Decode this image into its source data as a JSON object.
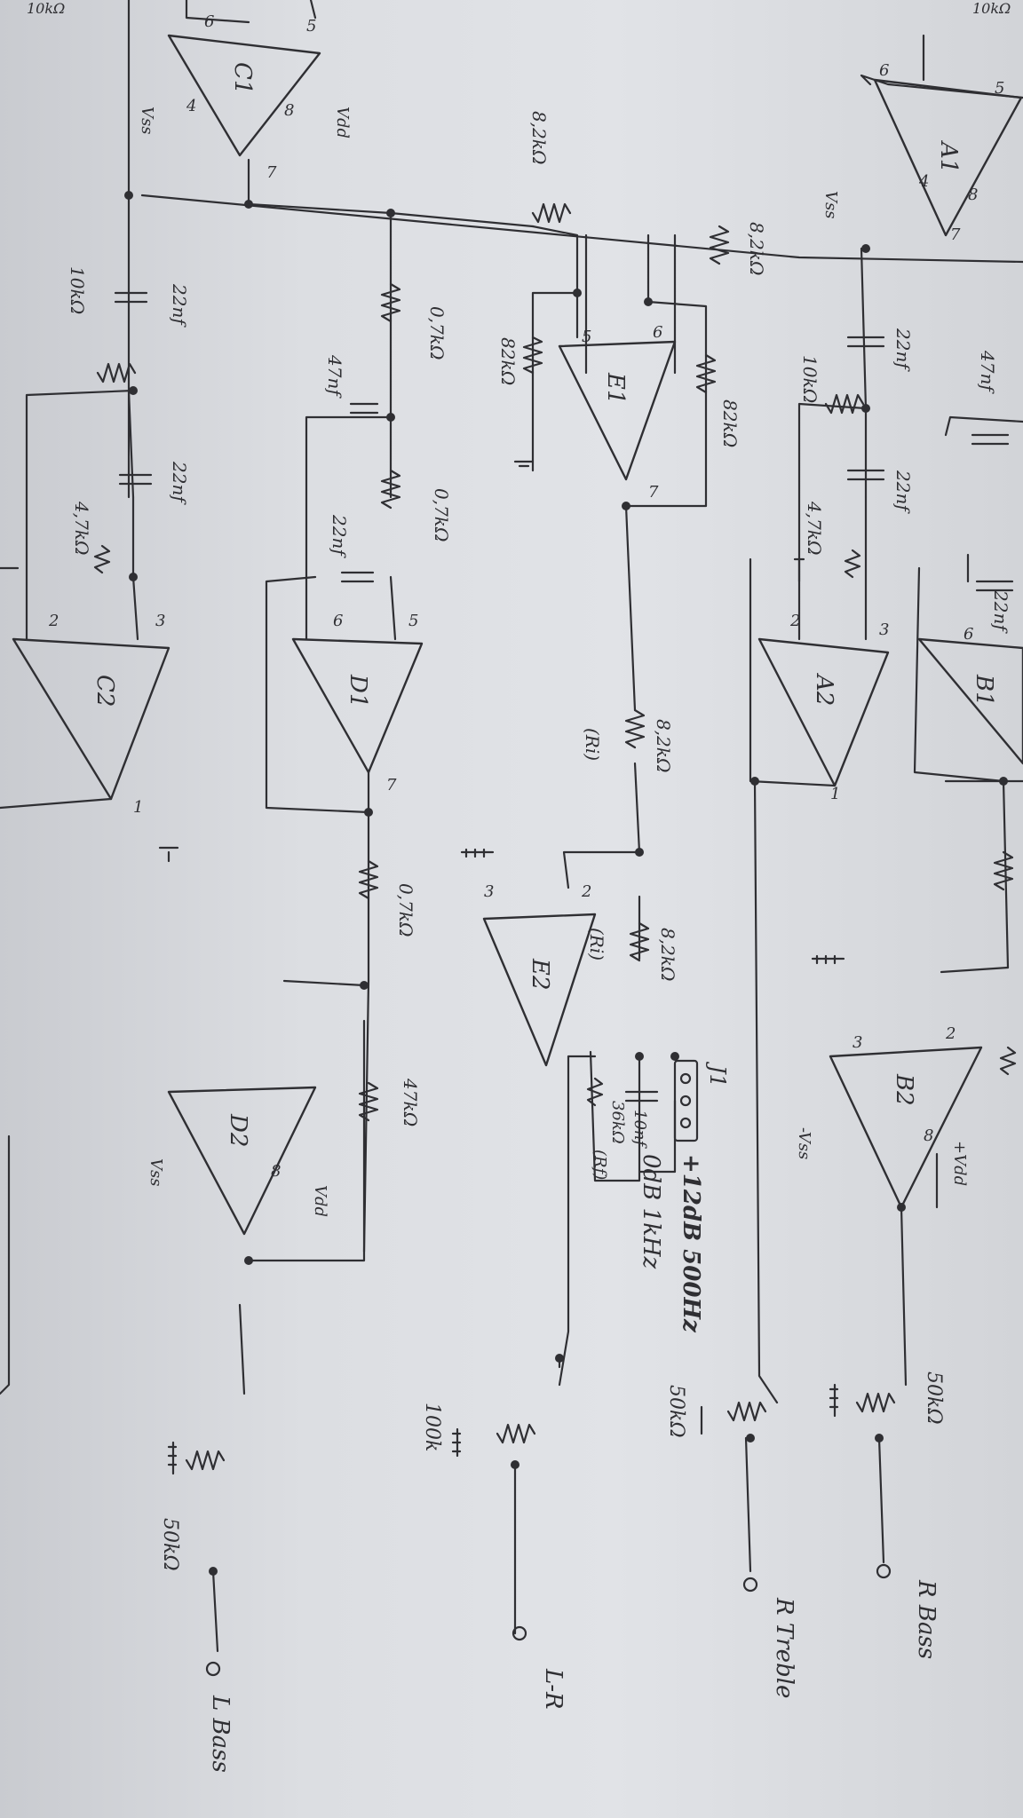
{
  "opamps": [
    {
      "id": "a1",
      "name": "A1",
      "pin_minus": "6",
      "pin_plus": "5",
      "pin_out": "7",
      "pin_pwr": "8",
      "pin_gnd": "4",
      "supply": "Vss"
    },
    {
      "id": "a2",
      "name": "A2",
      "pin_minus": "2",
      "pin_plus": "3",
      "pin_out": "1"
    },
    {
      "id": "b1",
      "name": "B1",
      "pin_minus": "6"
    },
    {
      "id": "b2",
      "name": "B2",
      "pin_minus": "2",
      "pin_plus": "3",
      "pin_pwr": "8",
      "supply_pos": "+Vdd",
      "supply_neg": "-Vss"
    },
    {
      "id": "c1",
      "name": "C1",
      "pin_minus": "6",
      "pin_plus": "5",
      "pin_out": "7",
      "pin_gnd": "4",
      "pin_pwr": "8",
      "supply_neg": "Vss",
      "supply_pos": "Vdd"
    },
    {
      "id": "c2",
      "name": "C2",
      "pin_minus": "2",
      "pin_plus": "3",
      "pin_out": "1"
    },
    {
      "id": "d1",
      "name": "D1",
      "pin_minus": "6",
      "pin_plus": "5",
      "pin_out": "7"
    },
    {
      "id": "d2",
      "name": "D2",
      "pin_pwr": "8",
      "supply_pos": "Vdd",
      "supply_neg": "Vss"
    },
    {
      "id": "e1",
      "name": "E1",
      "pin_plus": "5",
      "pin_minus": "6",
      "pin_out": "7"
    },
    {
      "id": "e2",
      "name": "E2",
      "pin_plus": "3",
      "pin_minus": "2"
    }
  ],
  "components": {
    "r_a1_in": "8,2kΩ",
    "c_a2_1": "22nf",
    "r_a2_mid": "10kΩ",
    "c_a2_2": "22nf",
    "r_a2_gnd": "4,7kΩ",
    "c_b1_1": "47nf",
    "c_b1_2": "22nf",
    "r_e1_in": "8,2kΩ",
    "r_e1_gnd": "82kΩ",
    "r_e1_fb": "82kΩ",
    "r_d1_1": "0,7kΩ",
    "c_d1_1": "47nf",
    "r_d1_2": "0,7kΩ",
    "c_d1_2": "22nf",
    "r_c_top": "10kΩ",
    "c_c_1": "22nf",
    "r_c_mid": "10kΩ",
    "c_c_2": "22nf",
    "r_c_gnd": "4,7kΩ",
    "r_ri": "8,2kΩ",
    "ri_tag": "(Ri)",
    "r_rf_in": "8,2kΩ",
    "rf_in_tag": "(Ri)",
    "c_rf": "10nf",
    "r_rf": "36kΩ",
    "rf_tag": "(Rf)",
    "r_d2_1": "0,7kΩ",
    "r_d2_2": "47kΩ",
    "pot_lr": "100k",
    "pot_lbass": "50kΩ",
    "pot_rtreble": "50kΩ",
    "pot_rbass": "50kΩ",
    "top_left": "10kΩ",
    "top_r": "10kΩ"
  },
  "jumper": {
    "name": "J1",
    "note_on": "+12dB 500Hz",
    "note_off": "0dB 1kHz"
  },
  "outputs": {
    "l_bass": "L Bass",
    "l_minus_r": "L-R",
    "r_treble": "R Treble",
    "r_bass": "R Bass"
  }
}
